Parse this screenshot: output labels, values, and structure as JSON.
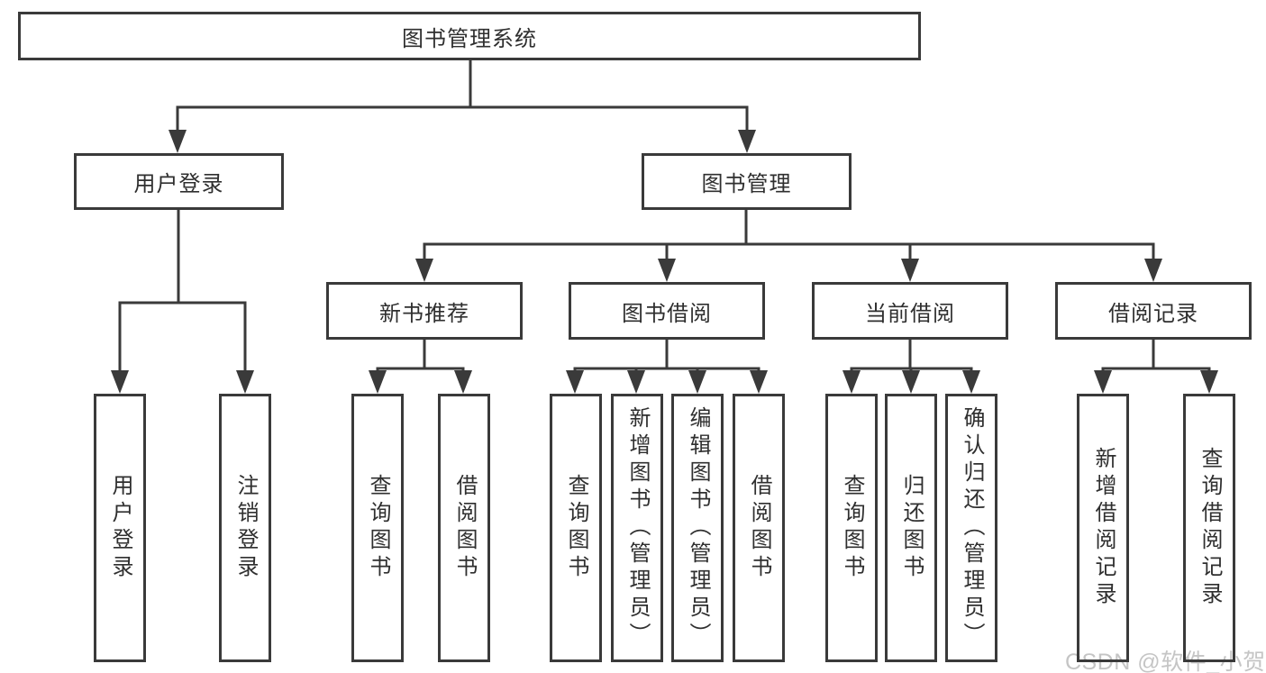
{
  "diagram": {
    "nodes": {
      "root": "图书管理系统",
      "user_login": "用户登录",
      "book_mgmt": "图书管理",
      "new_book": "新书推荐",
      "borrow": "图书借阅",
      "current": "当前借阅",
      "records": "借阅记录"
    },
    "leaves": {
      "user_login": [
        "用户登录",
        "注销登录"
      ],
      "new_book": [
        "查询图书",
        "借阅图书"
      ],
      "borrow": [
        "查询图书",
        "新增图书（管理员）",
        "编辑图书（管理员）",
        "借阅图书"
      ],
      "current": [
        "查询图书",
        "归还图书",
        "确认归还（管理员）"
      ],
      "records": [
        "新增借阅记录",
        "查询借阅记录"
      ]
    },
    "watermark": "CSDN @软件_小贺同学",
    "colors": {
      "line": "#3a3a3a",
      "text": "#2f2f2f",
      "watermark": "#c5c5c5",
      "background": "#ffffff"
    }
  }
}
